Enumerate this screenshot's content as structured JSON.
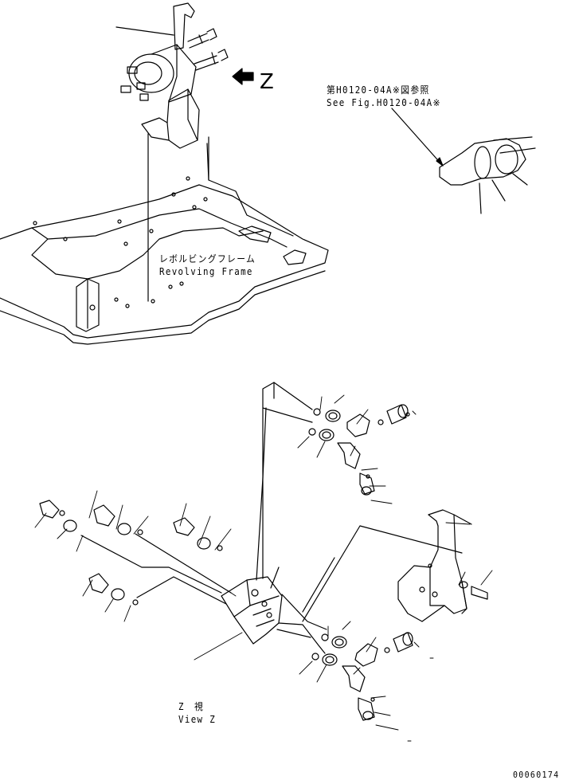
{
  "view_marker": "Z",
  "reference": {
    "jp": "第H0120-04A※図参照",
    "en": "See Fig.H0120-04A※"
  },
  "revolving_frame": {
    "jp": "レボルビングフレーム",
    "en": "Revolving Frame"
  },
  "view_label": {
    "jp": "Z　視",
    "en": "View Z"
  },
  "drawing_number": "00060174"
}
